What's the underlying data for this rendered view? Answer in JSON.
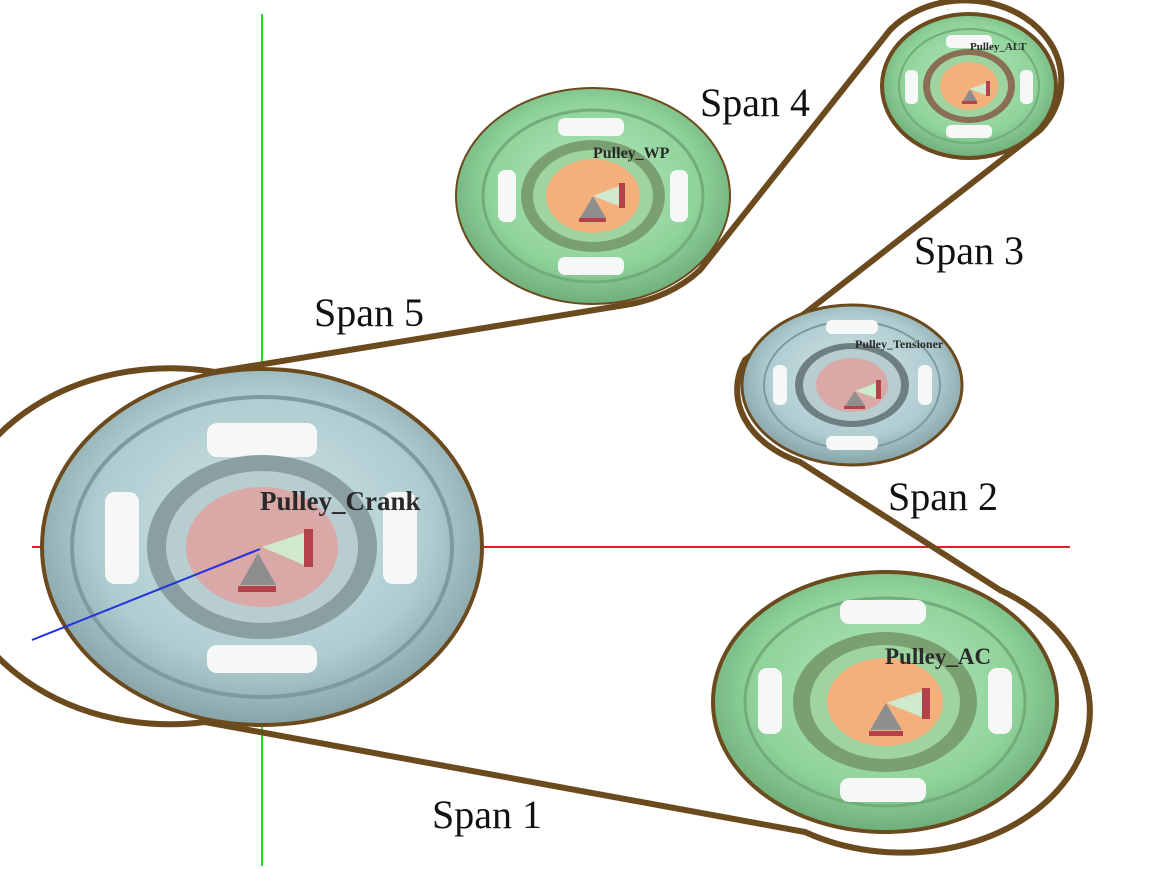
{
  "diagram": {
    "pulleys": [
      {
        "id": "crank",
        "label": "Pulley_Crank",
        "kind": "grey"
      },
      {
        "id": "wp",
        "label": "Pulley_WP",
        "kind": "green"
      },
      {
        "id": "alt",
        "label": "Pulley_ALT",
        "kind": "green"
      },
      {
        "id": "tensioner",
        "label": "Pulley_Tensioner",
        "kind": "grey"
      },
      {
        "id": "ac",
        "label": "Pulley_AC",
        "kind": "green"
      }
    ],
    "spans": [
      {
        "id": "span1",
        "label": "Span 1"
      },
      {
        "id": "span2",
        "label": "Span 2"
      },
      {
        "id": "span3",
        "label": "Span 3"
      },
      {
        "id": "span4",
        "label": "Span 4"
      },
      {
        "id": "span5",
        "label": "Span 5"
      }
    ],
    "colors": {
      "belt": "#6b4a1e",
      "x_axis": "#dd2222",
      "y_axis": "#22dd22",
      "z_axis": "#2233dd",
      "green_pulley": "#8fd39a",
      "grey_pulley": "#aeccd0",
      "hub_orange": "#f3b07a",
      "hub_pink": "#dba8a8",
      "marker_red": "#b5424a",
      "marker_grey": "#8e8e8e",
      "marker_green": "#cfe9cf"
    }
  }
}
